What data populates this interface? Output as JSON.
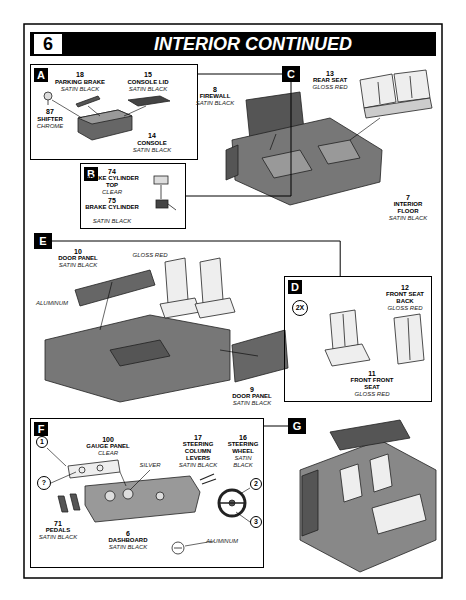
{
  "diagram": {
    "title": "INTERIOR CONTINUED",
    "nodes": [
      {
        "text": [
          "A"
        ]
      },
      {
        "text": [
          "C"
        ]
      },
      {
        "text": [
          "B"
        ]
      },
      {
        "text": [
          "E"
        ]
      },
      {
        "text": [
          "D"
        ]
      },
      {
        "text": [
          "F"
        ]
      },
      {
        "text": [
          "G"
        ]
      }
    ],
    "edges": [
      {
        "from": 0,
        "to": 1,
        "arrow": "none"
      },
      {
        "from": 2,
        "to": 1,
        "arrow": "none"
      },
      {
        "from": 4,
        "to": 3,
        "arrow": "none"
      },
      {
        "from": 5,
        "to": 6,
        "arrow": "none"
      }
    ],
    "labels": [
      "6",
      "18",
      "PARKING BRAKE",
      "SATIN BLACK",
      "15",
      "CONSOLE LID",
      "SATIN BLACK",
      "87",
      "SHIFTER",
      "CHROME",
      "14",
      "CONSOLE",
      "SATIN BLACK",
      "8",
      "FIREWALL",
      "SATIN BLACK",
      "13",
      "REAR SEAT",
      "GLOSS RED",
      "74",
      "BRAKE CYLINDER TOP",
      "CLEAR",
      "75",
      "BRAKE CYLINDER",
      "SATIN BLACK",
      "7",
      "INTERIOR FLOOR",
      "SATIN BLACK",
      "10",
      "DOOR PANEL",
      "SATIN BLACK",
      "GLOSS RED",
      "ALUMINUM",
      "2X",
      "12",
      "FRONT SEAT BACK",
      "GLOSS RED",
      "11",
      "FRONT FRONT SEAT",
      "GLOSS RED",
      "9",
      "DOOR PANEL",
      "SATIN BLACK",
      "100",
      "GAUGE PANEL",
      "CLEAR",
      "17",
      "STEERING COLUMN LEVERS",
      "SATIN BLACK",
      "16",
      "STEERING WHEEL",
      "SATIN BLACK",
      "1",
      "?",
      "SILVER",
      "2",
      "3",
      "71",
      "PEDALS",
      "SATIN BLACK",
      "6",
      "DASHBOARD",
      "SATIN BLACK",
      "ALUMINUM"
    ]
  }
}
